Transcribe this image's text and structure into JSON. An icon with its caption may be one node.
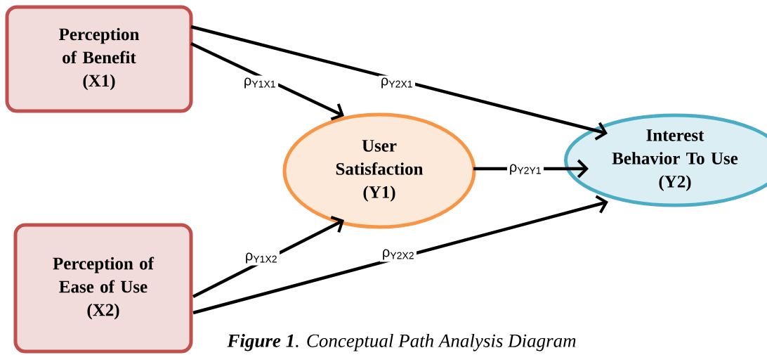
{
  "diagram": {
    "caption": "**Figure 1**. Conceptual Path Analysis Diagram",
    "nodes": [
      {
        "text": [
          "Perception of Benefit",
          "(X1)"
        ]
      },
      {
        "text": [
          "Perception of Ease of Use",
          "(X2)"
        ]
      },
      {
        "text": [
          "User Satisfaction",
          "(Y1)"
        ]
      },
      {
        "text": [
          "Interest Behavior To Use",
          "(Y2)"
        ]
      }
    ],
    "edges": [
      {
        "from": 0,
        "to": 2,
        "arrow": "to",
        "label": "ρ$_{Y1X1}$"
      },
      {
        "from": 0,
        "to": 3,
        "arrow": "to",
        "label": "ρ$_{Y2X1}$"
      },
      {
        "from": 2,
        "to": 3,
        "arrow": "to",
        "label": "ρ$_{Y2Y1}$"
      },
      {
        "from": 1,
        "to": 2,
        "arrow": "to",
        "label": "ρ$_{Y1X2}$"
      },
      {
        "from": 1,
        "to": 3,
        "arrow": "to",
        "label": "ρ$_{Y2X2}$"
      }
    ]
  }
}
